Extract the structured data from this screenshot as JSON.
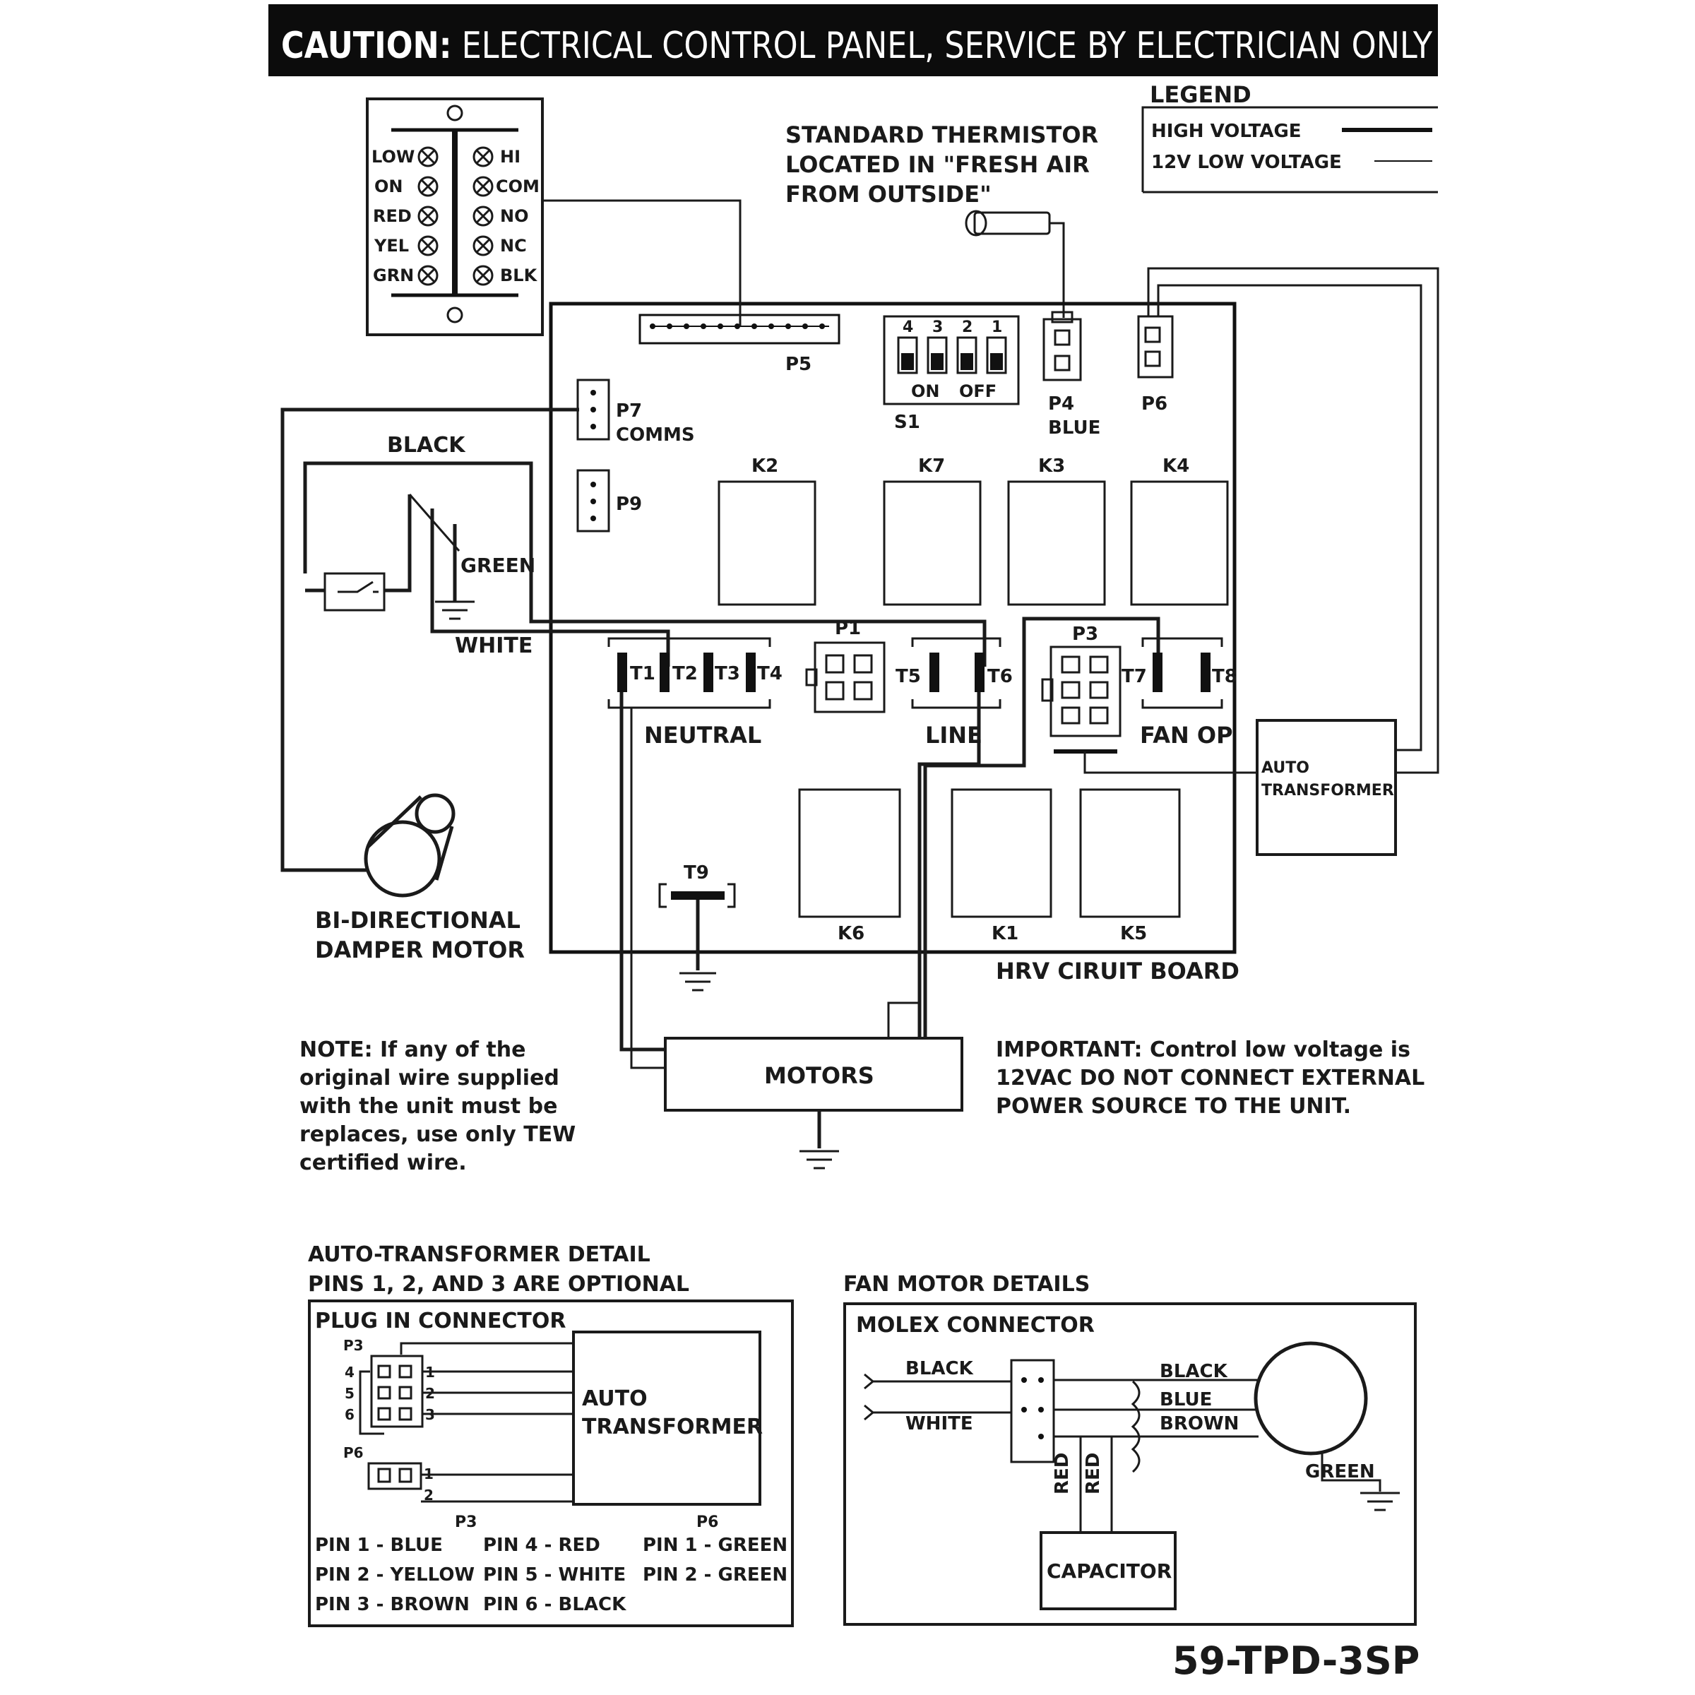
{
  "caution": {
    "bold": "CAUTION:",
    "rest": " ELECTRICAL CONTROL PANEL, SERVICE BY ELECTRICIAN ONLY"
  },
  "legend": {
    "title": "LEGEND",
    "high": "HIGH VOLTAGE",
    "low": "12V LOW VOLTAGE"
  },
  "switch_panel": {
    "left": [
      "LOW",
      "ON",
      "RED",
      "YEL",
      "GRN"
    ],
    "right": [
      "HI",
      "COM",
      "NO",
      "NC",
      "BLK"
    ]
  },
  "thermistor": [
    "STANDARD THERMISTOR",
    "LOCATED IN \"FRESH AIR",
    "FROM OUTSIDE\""
  ],
  "board": {
    "p5": "P5",
    "s1": "S1",
    "s1_numbers": [
      "4",
      "3",
      "2",
      "1"
    ],
    "s1_on": "ON",
    "s1_off": "OFF",
    "p4": "P4",
    "p4_color": "BLUE",
    "p6": "P6",
    "p7": "P7",
    "comms": "COMMS",
    "p9": "P9",
    "relays_top": [
      "K2",
      "K7",
      "K3",
      "K4"
    ],
    "relays_bottom": [
      "K6",
      "K1",
      "K5"
    ],
    "p1": "P1",
    "p3": "P3",
    "terminals": [
      "T1",
      "T2",
      "T3",
      "T4",
      "T5",
      "T6",
      "T7",
      "T8",
      "T9"
    ],
    "neutral": "NEUTRAL",
    "line": "LINE",
    "fan_op": "FAN OP",
    "title": "HRV CIRUIT BOARD"
  },
  "wires": {
    "black": "BLACK",
    "green": "GREEN",
    "white": "WHITE"
  },
  "damper": [
    "BI-DIRECTIONAL",
    "DAMPER MOTOR"
  ],
  "auto_transformer_box": [
    "AUTO",
    "TRANSFORMER"
  ],
  "motors": "MOTORS",
  "note": [
    "NOTE: If any of the",
    "original wire supplied",
    "with the unit must be",
    "replaces, use only TEW",
    "certified wire."
  ],
  "important": [
    "IMPORTANT: Control low voltage is",
    "12VAC DO NOT CONNECT EXTERNAL",
    "POWER SOURCE TO THE UNIT."
  ],
  "at_detail": {
    "title1": "AUTO-TRANSFORMER DETAIL",
    "title2": "PINS 1, 2, AND 3 ARE OPTIONAL",
    "connector": "PLUG IN CONNECTOR",
    "p3": "P3",
    "p6": "P6",
    "pins_left": [
      "4",
      "5",
      "6"
    ],
    "pins_right": [
      "1",
      "2",
      "3"
    ],
    "p6_pins": [
      "1",
      "2"
    ],
    "box": [
      "AUTO",
      "TRANSFORMER"
    ],
    "col_p3": "P3",
    "col_p6": "P6",
    "p3_pins_a": [
      "PIN 1 - BLUE",
      "PIN 2 - YELLOW",
      "PIN 3 - BROWN"
    ],
    "p3_pins_b": [
      "PIN 4 - RED",
      "PIN 5 - WHITE",
      "PIN 6 - BLACK"
    ],
    "p6_pins_list": [
      "PIN 1 - GREEN",
      "PIN 2 - GREEN"
    ]
  },
  "fan_detail": {
    "title": "FAN MOTOR DETAILS",
    "connector": "MOLEX CONNECTOR",
    "in_black": "BLACK",
    "in_white": "WHITE",
    "out": [
      "BLACK",
      "BLUE",
      "BROWN"
    ],
    "red": "RED",
    "green": "GREEN",
    "capacitor": "CAPACITOR"
  },
  "part_number": "59-TPD-3SP"
}
